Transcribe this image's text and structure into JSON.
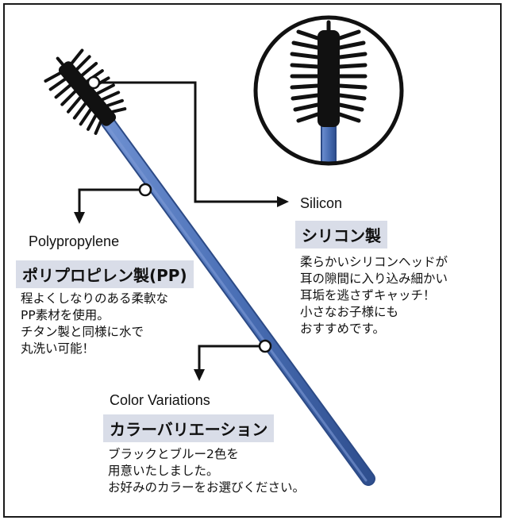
{
  "silicon": {
    "en_label": "Silicon",
    "ja_heading": "シリコン製",
    "lines": [
      "柔らかいシリコンヘッドが",
      "耳の隙間に入り込み細かい",
      "耳垢を逃さずキャッチ！",
      "小さなお子様にも",
      "おすすめです。"
    ]
  },
  "polypropylene": {
    "en_label": "Polypropylene",
    "ja_heading": "ポリプロピレン製(PP)",
    "lines": [
      "程よくしなりのある柔軟な",
      "PP素材を使用。",
      "チタン製と同様に水で",
      "丸洗い可能！"
    ]
  },
  "color": {
    "en_label": "Color Variations",
    "ja_heading": "カラーバリエーション",
    "lines": [
      "ブラックとブルー2色を",
      "用意いたしました。",
      "お好みのカラーをお選びください。"
    ]
  },
  "colors": {
    "handle": "#4a6fb5",
    "handle_edge": "#2c4a86",
    "brush": "#111111",
    "heading_bg": "#d9dde8",
    "connector": "#111111"
  },
  "icons": [
    "ear-cleaner-brush-image",
    "zoom-circle-image"
  ]
}
